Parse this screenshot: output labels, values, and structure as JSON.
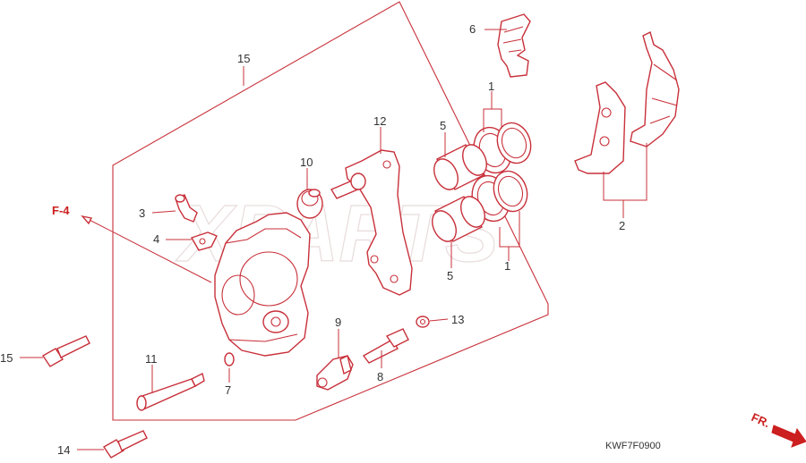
{
  "diagram": {
    "watermark": "XPARTS",
    "reference": "F-4",
    "direction_label": "FR.",
    "figure_code": "KWF7F0900",
    "callouts": [
      {
        "id": "c1a",
        "number": "1"
      },
      {
        "id": "c1b",
        "number": "1"
      },
      {
        "id": "c2",
        "number": "2"
      },
      {
        "id": "c3",
        "number": "3"
      },
      {
        "id": "c4",
        "number": "4"
      },
      {
        "id": "c5a",
        "number": "5"
      },
      {
        "id": "c5b",
        "number": "5"
      },
      {
        "id": "c6",
        "number": "6"
      },
      {
        "id": "c7",
        "number": "7"
      },
      {
        "id": "c8",
        "number": "8"
      },
      {
        "id": "c9",
        "number": "9"
      },
      {
        "id": "c10",
        "number": "10"
      },
      {
        "id": "c11",
        "number": "11"
      },
      {
        "id": "c12",
        "number": "12"
      },
      {
        "id": "c13",
        "number": "13"
      },
      {
        "id": "c14",
        "number": "14"
      },
      {
        "id": "c15a",
        "number": "15"
      },
      {
        "id": "c15b",
        "number": "15"
      }
    ]
  },
  "colors": {
    "line": "#c8303a",
    "reference_text": "#cc1f1f",
    "label_text": "#333333",
    "watermark": "#e9dcdc"
  }
}
